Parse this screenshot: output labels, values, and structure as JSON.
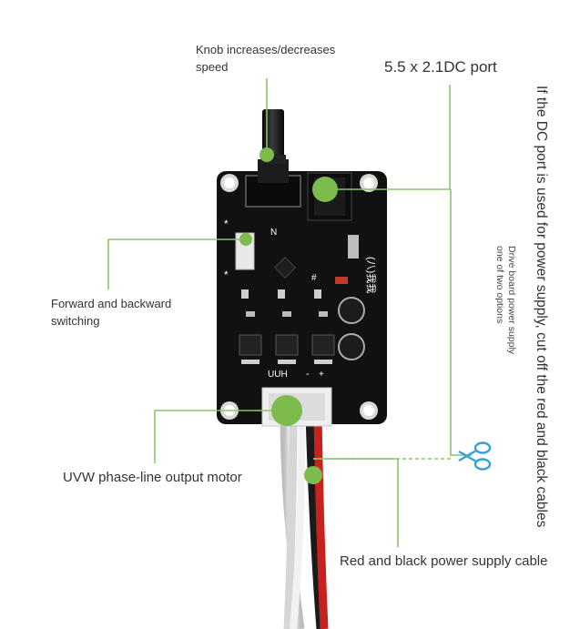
{
  "labels": {
    "knob_line1": "Knob increases/decreases",
    "knob_line2": "speed",
    "dc_port": "5.5 x 2.1DC port",
    "forward_line1": "Forward and backward",
    "forward_line2": "switching",
    "uvw": "UVW phase-line output motor",
    "power_cable": "Red and black power supply cable",
    "dc_note": "If the DC port is used for power supply, cut off the red and black cables",
    "drive_note_line1": "Drive board power supply",
    "drive_note_line2": "one of two options"
  },
  "board_text": {
    "uuh": "UUH",
    "n_mark": "N",
    "hash_mark": "#",
    "star_top": "*",
    "star_bottom": "*",
    "minus": "-",
    "plus": "+",
    "chip_text": "(八)我我"
  },
  "colors": {
    "accent_green": "#7dbb4f",
    "callout_line": "#8cc56a",
    "pcb_black": "#111111",
    "wire_red": "#c8221f",
    "wire_black": "#1a1a1a",
    "wire_white": "#eeeeee",
    "scissor_blue": "#3aa0d8"
  },
  "icons": [
    "scissors-icon"
  ]
}
